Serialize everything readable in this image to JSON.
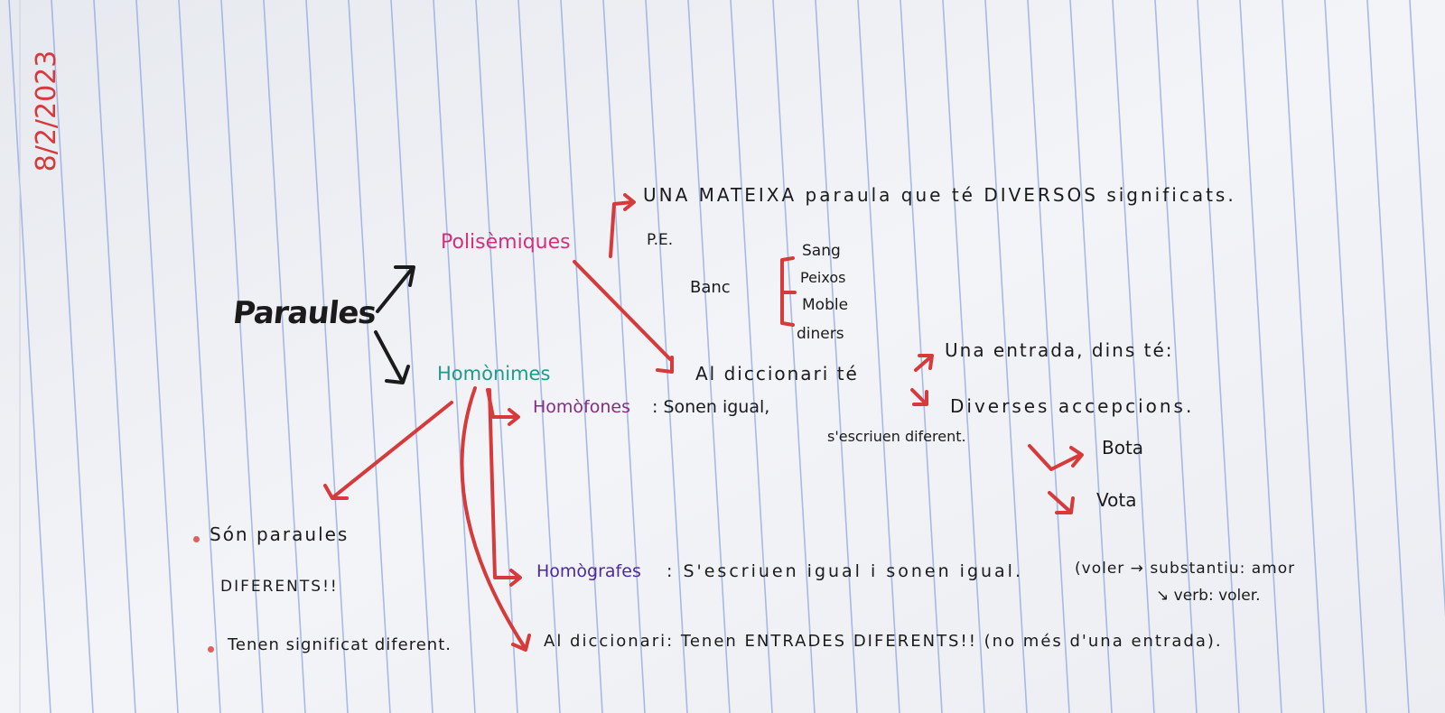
{
  "date": "8/2/2023",
  "title": "Paraules",
  "polisemiques": {
    "label": "Polisèmiques",
    "definition": "UNA MATEIXA paraula que té DIVERSOS significats.",
    "example_prefix": "P.E.",
    "example_word": "Banc",
    "example_meanings": [
      "Sang",
      "Peixos",
      "Moble",
      "diners"
    ]
  },
  "diccionari_polisemiques": {
    "intro": "Al diccionari té",
    "entrada": "Una entrada, dins té:",
    "accepcions": "Diverses accepcions."
  },
  "homonimes": {
    "label": "Homònimes",
    "homofones_label": "Homòfones",
    "homofones_text": ": Sonen igual,",
    "homofones_text2": "s'escriuen diferent.",
    "homofones_examples": [
      "Bota",
      "Vota"
    ],
    "homografes_label": "Homògrafes",
    "homografes_text": ": S'escriuen igual i sonen igual.",
    "homografes_example_line1": "(voler → substantiu: amor",
    "homografes_example_line2": "↘ verb: voler.",
    "bullets": [
      "Són paraules DIFERENTS!!",
      "Tenen significat diferent."
    ],
    "bullet_line2": "DIFERENTS!!",
    "bullet_line1": "Són paraules",
    "diccionari": "Al diccionari: Tenen ENTRADES DIFERENTS!! (no més d'una entrada)."
  },
  "colors": {
    "paper": "#f4f5f8",
    "rule_line": "#8fa6e0",
    "red_ink": "#d63a3a",
    "pink_ink": "#d2307a",
    "teal_ink": "#1f9a8a",
    "purple_ink": "#4b2aa0"
  }
}
